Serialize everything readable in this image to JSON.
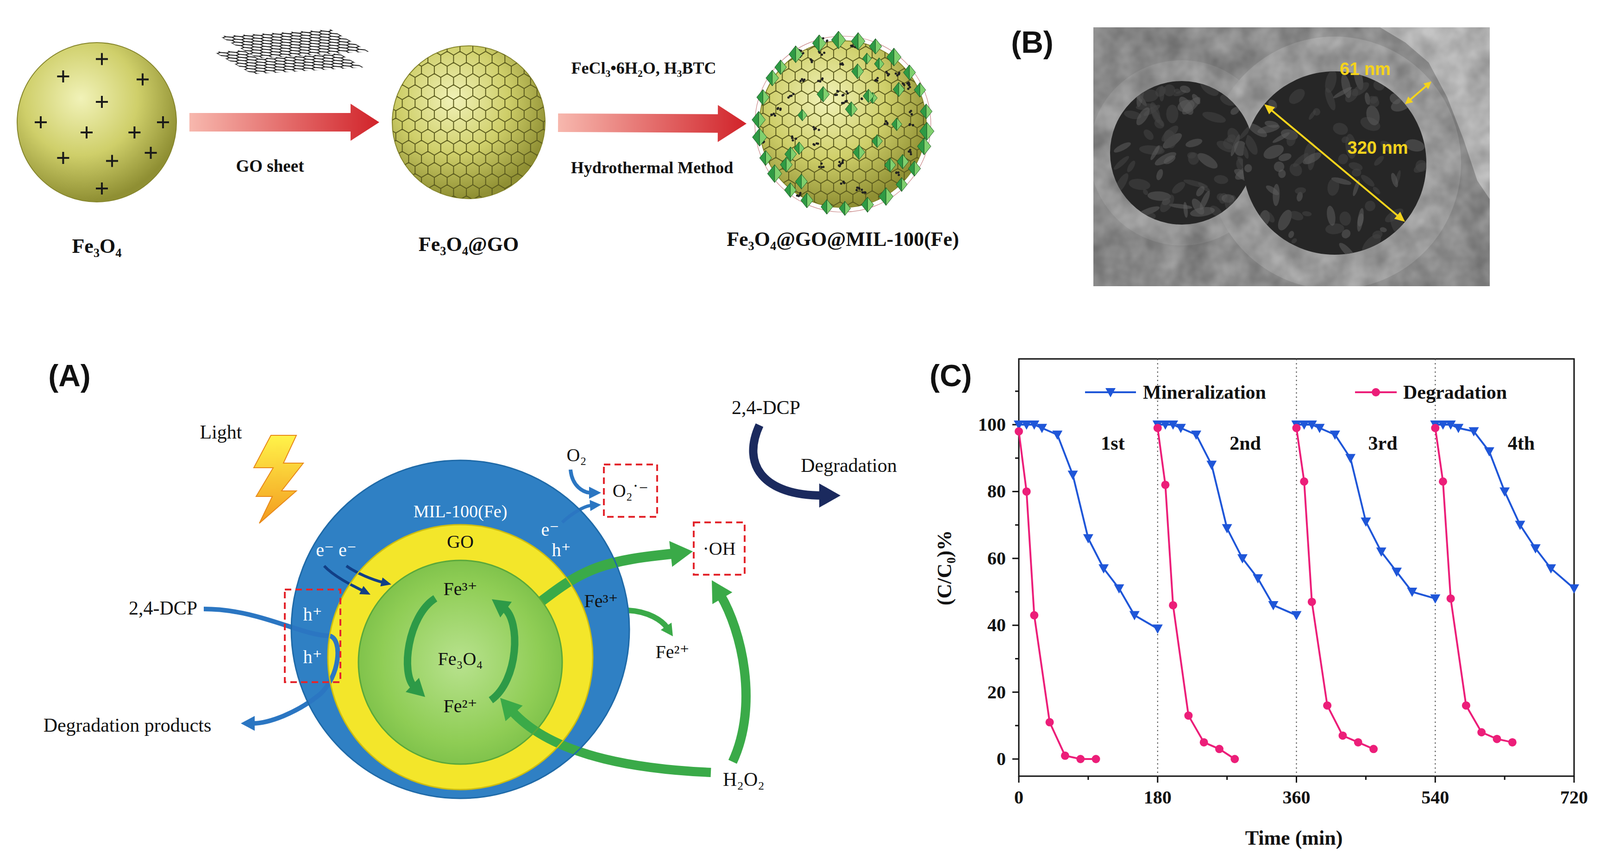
{
  "diagram": {
    "nodes": [
      {
        "text": [
          "Fe₃O₄"
        ]
      },
      {
        "text": [
          "Fe₃O₄@GO"
        ]
      },
      {
        "text": [
          "Fe₃O₄@GO@MIL-100(Fe)"
        ]
      },
      {
        "text": [
          "MIL-100(Fe)"
        ]
      },
      {
        "text": [
          "GO"
        ],
        "in": 3
      },
      {
        "text": [
          "Fe³⁺",
          "Fe₃O₄",
          "Fe²⁺"
        ],
        "in": 4
      },
      {
        "text": [
          "h⁺ h⁺"
        ]
      },
      {
        "text": [
          "O₂˙⁻"
        ]
      },
      {
        "text": [
          "·OH"
        ]
      }
    ],
    "edges": [
      {
        "from": 0,
        "to": 1,
        "arrow": "to",
        "label": "GO sheet"
      },
      {
        "from": 1,
        "to": 2,
        "arrow": "to",
        "label": "Hydrothermal Method"
      },
      {
        "from": 5,
        "to": 8,
        "arrow": "to"
      }
    ],
    "labels": [
      "(A)",
      "(B)",
      "(C)",
      "FeCl₃•6H₂O, H₃BTC",
      "61 nm",
      "320 nm",
      "Light",
      "2,4-DCP",
      "e⁻ e⁻",
      "Degradation products",
      "O₂",
      "e⁻",
      "h⁺",
      "Fe³⁺",
      "Fe²⁺",
      "2,4-DCP",
      "Degradation",
      "H₂O₂",
      "0",
      "20",
      "40",
      "60",
      "80",
      "100",
      "0",
      "180",
      "360",
      "540",
      "720",
      "(C/C₀)%",
      "Time (min)",
      "1st",
      "2nd",
      "3rd",
      "4th"
    ],
    "legend": [
      {
        "text": "Mineralization"
      },
      {
        "text": "Degradation"
      }
    ]
  }
}
